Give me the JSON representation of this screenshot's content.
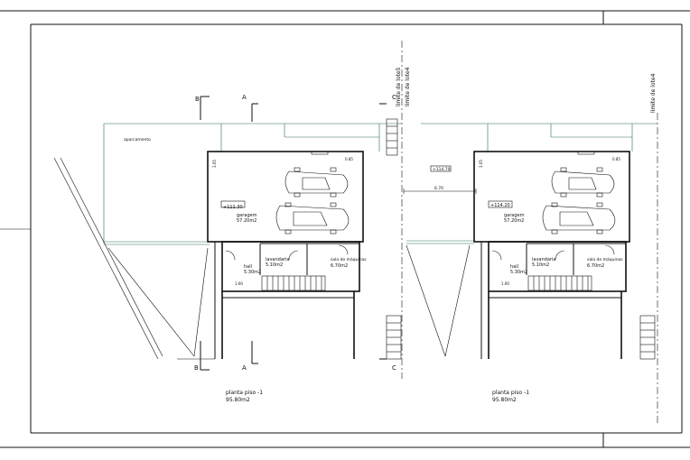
{
  "drawing": {
    "section_labels": {
      "a": "A",
      "b": "B",
      "c": "C"
    },
    "boundary_labels": {
      "lote5": "limite de lote5",
      "lote4": "limite de lote4"
    },
    "parking_area_label": "aparcamento",
    "dimension": "6.70",
    "units": [
      {
        "elevation": "+111.30",
        "garage_label": "garagem",
        "garage_area": "57.20m2",
        "hall_label": "hall",
        "hall_area": "5.30m2",
        "bathroom_label": "lavandaria",
        "bathroom_area": "5.10m2",
        "machine_label": "sala de máquinas",
        "machine_area": "6.70m2",
        "floor_title": "planta piso -1",
        "floor_area": "95.80m2",
        "dim_height": "3.05",
        "dim_width": "0.85",
        "dim_stair": "1.60"
      },
      {
        "elevation": "+114.70",
        "elevation_inner": "+114.20",
        "garage_label": "garagem",
        "garage_area": "57.20m2",
        "hall_label": "hall",
        "hall_area": "5.30m2",
        "bathroom_label": "lavandaria",
        "bathroom_area": "5.10m2",
        "machine_label": "sala de máquinas",
        "machine_area": "6.70m2",
        "floor_title": "planta piso -1",
        "floor_area": "95.80m2",
        "dim_height": "3.05",
        "dim_width": "0.85",
        "dim_stair": "1.60"
      }
    ]
  }
}
